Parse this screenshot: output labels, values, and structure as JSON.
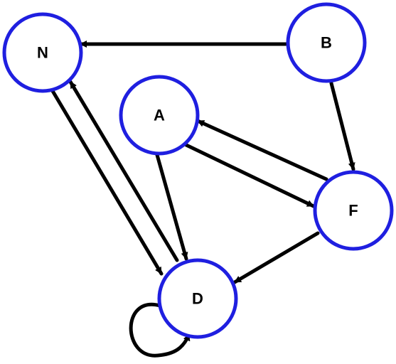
{
  "colors": {
    "node_stroke": "#1f1fe0",
    "node_fill": "#ffffff",
    "edge": "#000000",
    "label": "#000000"
  },
  "nodes": [
    {
      "id": "N",
      "label": "N"
    },
    {
      "id": "B",
      "label": "B"
    },
    {
      "id": "A",
      "label": "A"
    },
    {
      "id": "F",
      "label": "F"
    },
    {
      "id": "D",
      "label": "D"
    }
  ],
  "edges": [
    {
      "from": "B",
      "to": "N"
    },
    {
      "from": "B",
      "to": "F"
    },
    {
      "from": "A",
      "to": "F"
    },
    {
      "from": "F",
      "to": "A"
    },
    {
      "from": "A",
      "to": "D"
    },
    {
      "from": "F",
      "to": "D"
    },
    {
      "from": "N",
      "to": "D"
    },
    {
      "from": "D",
      "to": "N"
    },
    {
      "from": "D",
      "to": "D"
    }
  ]
}
